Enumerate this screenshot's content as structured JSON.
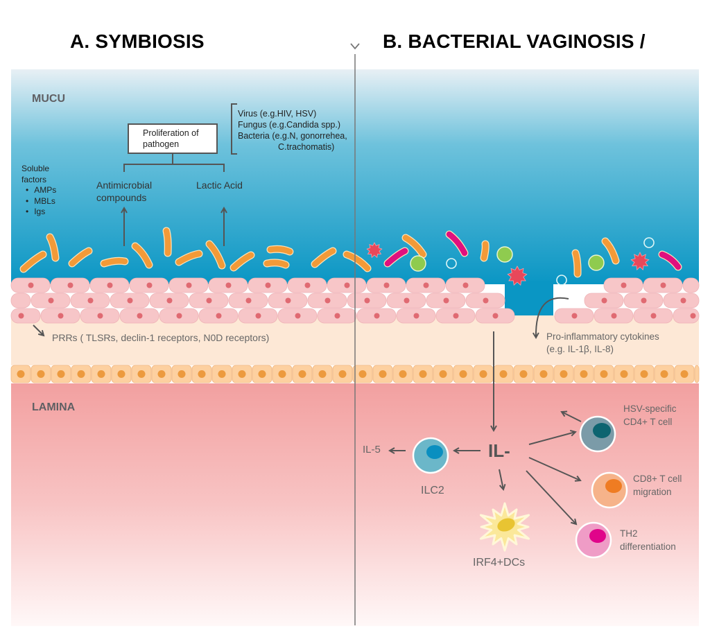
{
  "figure": {
    "panel_a_title": "A. SYMBIOSIS",
    "panel_b_title": "B. BACTERIAL VAGINOSIS /",
    "divider_icon": "chevron-down-icon",
    "regions": {
      "mucus_label": "MUCU",
      "lamina_label": "LAMINA"
    },
    "colors": {
      "mucus_top": "#e6eff4",
      "mucus_bottom": "#0a96c4",
      "epithelial_cell": "#f7c6c8",
      "epithelial_nucleus": "#e06a72",
      "cream_band": "#fde8d6",
      "basal_cell": "#fdd0a0",
      "basal_nucleus": "#ec9a3e",
      "lamina_top": "#f2a0a0",
      "lamina_bottom": "#fff5f5",
      "lactobacillus": "#f29a38",
      "pathogen_rod": "#e0107e",
      "coccus_green": "#8fcb4f",
      "star_red": "#e8485a",
      "arrow": "#555555"
    },
    "symbiosis": {
      "pathogen_box": "Proliferation of\npathogen",
      "pathogen_box_line1": "Proliferation of",
      "pathogen_box_line2": "pathogen",
      "pathogen_examples": [
        "Virus (e.g.HIV, HSV)",
        "Fungus (e.g.Candida spp.)",
        "Bacteria (e.g.N, gonorrehea,",
        "C.trachomatis)"
      ],
      "soluble_factors_title_1": "Soluble",
      "soluble_factors_title_2": "factors",
      "soluble_factors": [
        "AMPs",
        "MBLs",
        "Igs"
      ],
      "antimicrobial_1": "Antimicrobial",
      "antimicrobial_2": "compounds",
      "lactic_acid": "Lactic Acid",
      "prrs": "PRRs ( TLSRs, declin-1 receptors, N0D receptors)"
    },
    "bv": {
      "cytokines_1": "Pro-inflammatory cytokines",
      "cytokines_2": "(e.g. IL-1β, IL-8)",
      "il_center": "IL-",
      "il5": "IL-5",
      "ilc2": "ILC2",
      "irf4": "IRF4+DCs",
      "hsv_1": "HSV-specific",
      "hsv_2": "CD4+ T cell",
      "cd8_1": "CD8+ T cell",
      "cd8_2": "migration",
      "th2_1": "TH2",
      "th2_2": "differentiation"
    }
  }
}
